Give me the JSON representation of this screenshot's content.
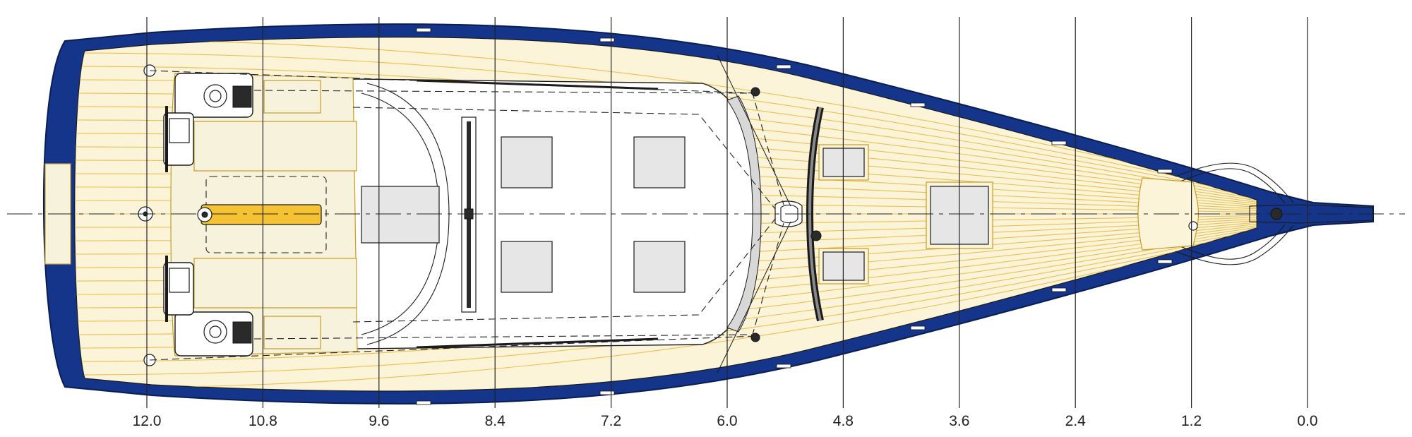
{
  "drawing": {
    "subject": "sailing yacht deck plan",
    "colors": {
      "hull": "#14358a",
      "deck": "#fbf4d8",
      "teak_seams": "#e8b63a",
      "traveller": "#f5c233",
      "lines": "#222222"
    }
  },
  "stations": [
    {
      "label": "12.0"
    },
    {
      "label": "10.8"
    },
    {
      "label": "9.6"
    },
    {
      "label": "8.4"
    },
    {
      "label": "7.2"
    },
    {
      "label": "6.0"
    },
    {
      "label": "4.8"
    },
    {
      "label": "3.6"
    },
    {
      "label": "2.4"
    },
    {
      "label": "1.2"
    },
    {
      "label": "0.0"
    }
  ]
}
